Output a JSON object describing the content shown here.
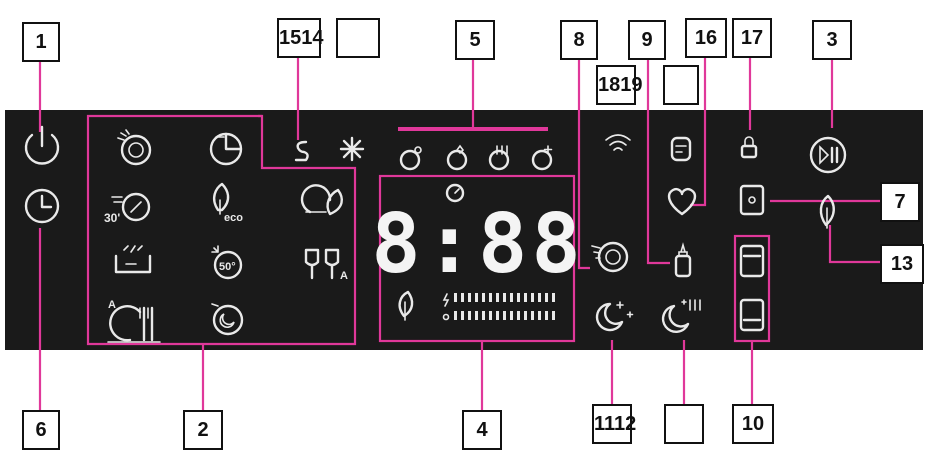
{
  "callouts": {
    "c1": "1",
    "c2": "2",
    "c3": "3",
    "c4": "4",
    "c5": "5",
    "c6": "6",
    "c7": "7",
    "c8": "8",
    "c9": "9",
    "c10": "10",
    "c13": "13",
    "c16": "16",
    "c17": "17",
    "c1514": "1514",
    "c1819": "1819",
    "c1112": "1112"
  },
  "display": {
    "time": "8:88",
    "icon_text_30": "30'",
    "icon_text_eco": "eco",
    "icon_text_50": "50°",
    "icon_text_a": "A",
    "icon_text_a2": "A"
  },
  "colors": {
    "panel": "#1a1a1a",
    "leader": "#e0389a",
    "icon": "#e9e9e9"
  }
}
